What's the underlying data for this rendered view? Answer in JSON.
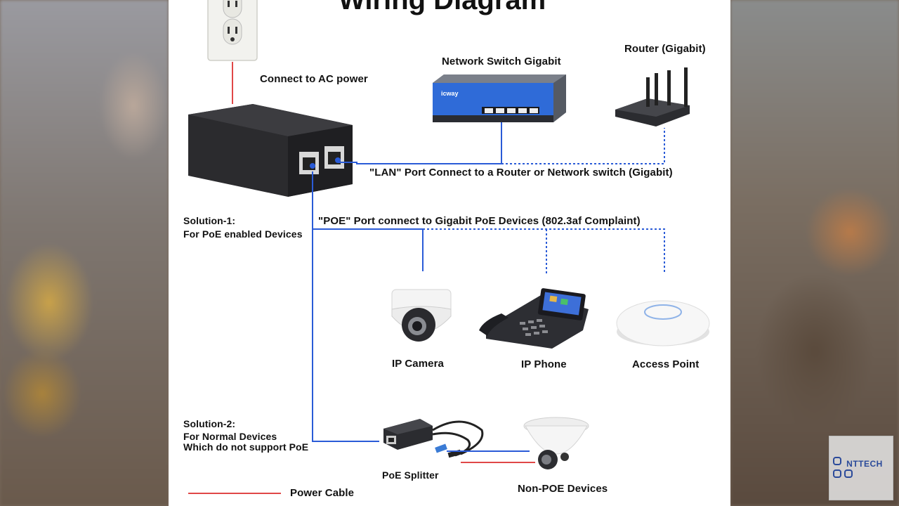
{
  "title": "Wiring Diagram",
  "labels": {
    "ac_power": "Connect to AC power",
    "switch": "Network Switch Gigabit",
    "router": "Router (Gigabit)",
    "lan_port": "\"LAN\" Port Connect to a Router or Network switch (Gigabit)",
    "poe_port": "\"POE\" Port connect to Gigabit PoE Devices (802.3af Complaint)",
    "solution1_title": "Solution-1:",
    "solution1_desc": "For PoE enabled Devices",
    "solution2_title": "Solution-2:",
    "solution2_line1": "For Normal Devices",
    "solution2_line2": "Which do not support PoE",
    "ip_camera": "IP Camera",
    "ip_phone": "IP Phone",
    "access_point": "Access Point",
    "poe_splitter": "PoE Splitter",
    "non_poe": "Non-POE Devices",
    "legend_power": "Power Cable"
  },
  "switch_brand": "icway",
  "watermark": "NTTECH",
  "colors": {
    "power_cable": "#e04848",
    "network_cable": "#2a5bd7",
    "background_panel": "#ffffff"
  }
}
